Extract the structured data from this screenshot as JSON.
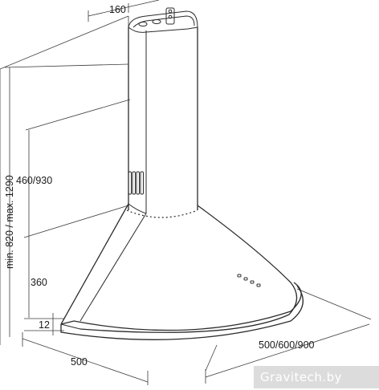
{
  "dimensions": {
    "width_top": "160",
    "total_height": "min. 820 / max. 1290",
    "chimney_height": "460/930",
    "canopy_height": "360",
    "base_height": "12",
    "depth": "500",
    "widths": "500/600/900"
  },
  "watermark": "Gravitech.by"
}
